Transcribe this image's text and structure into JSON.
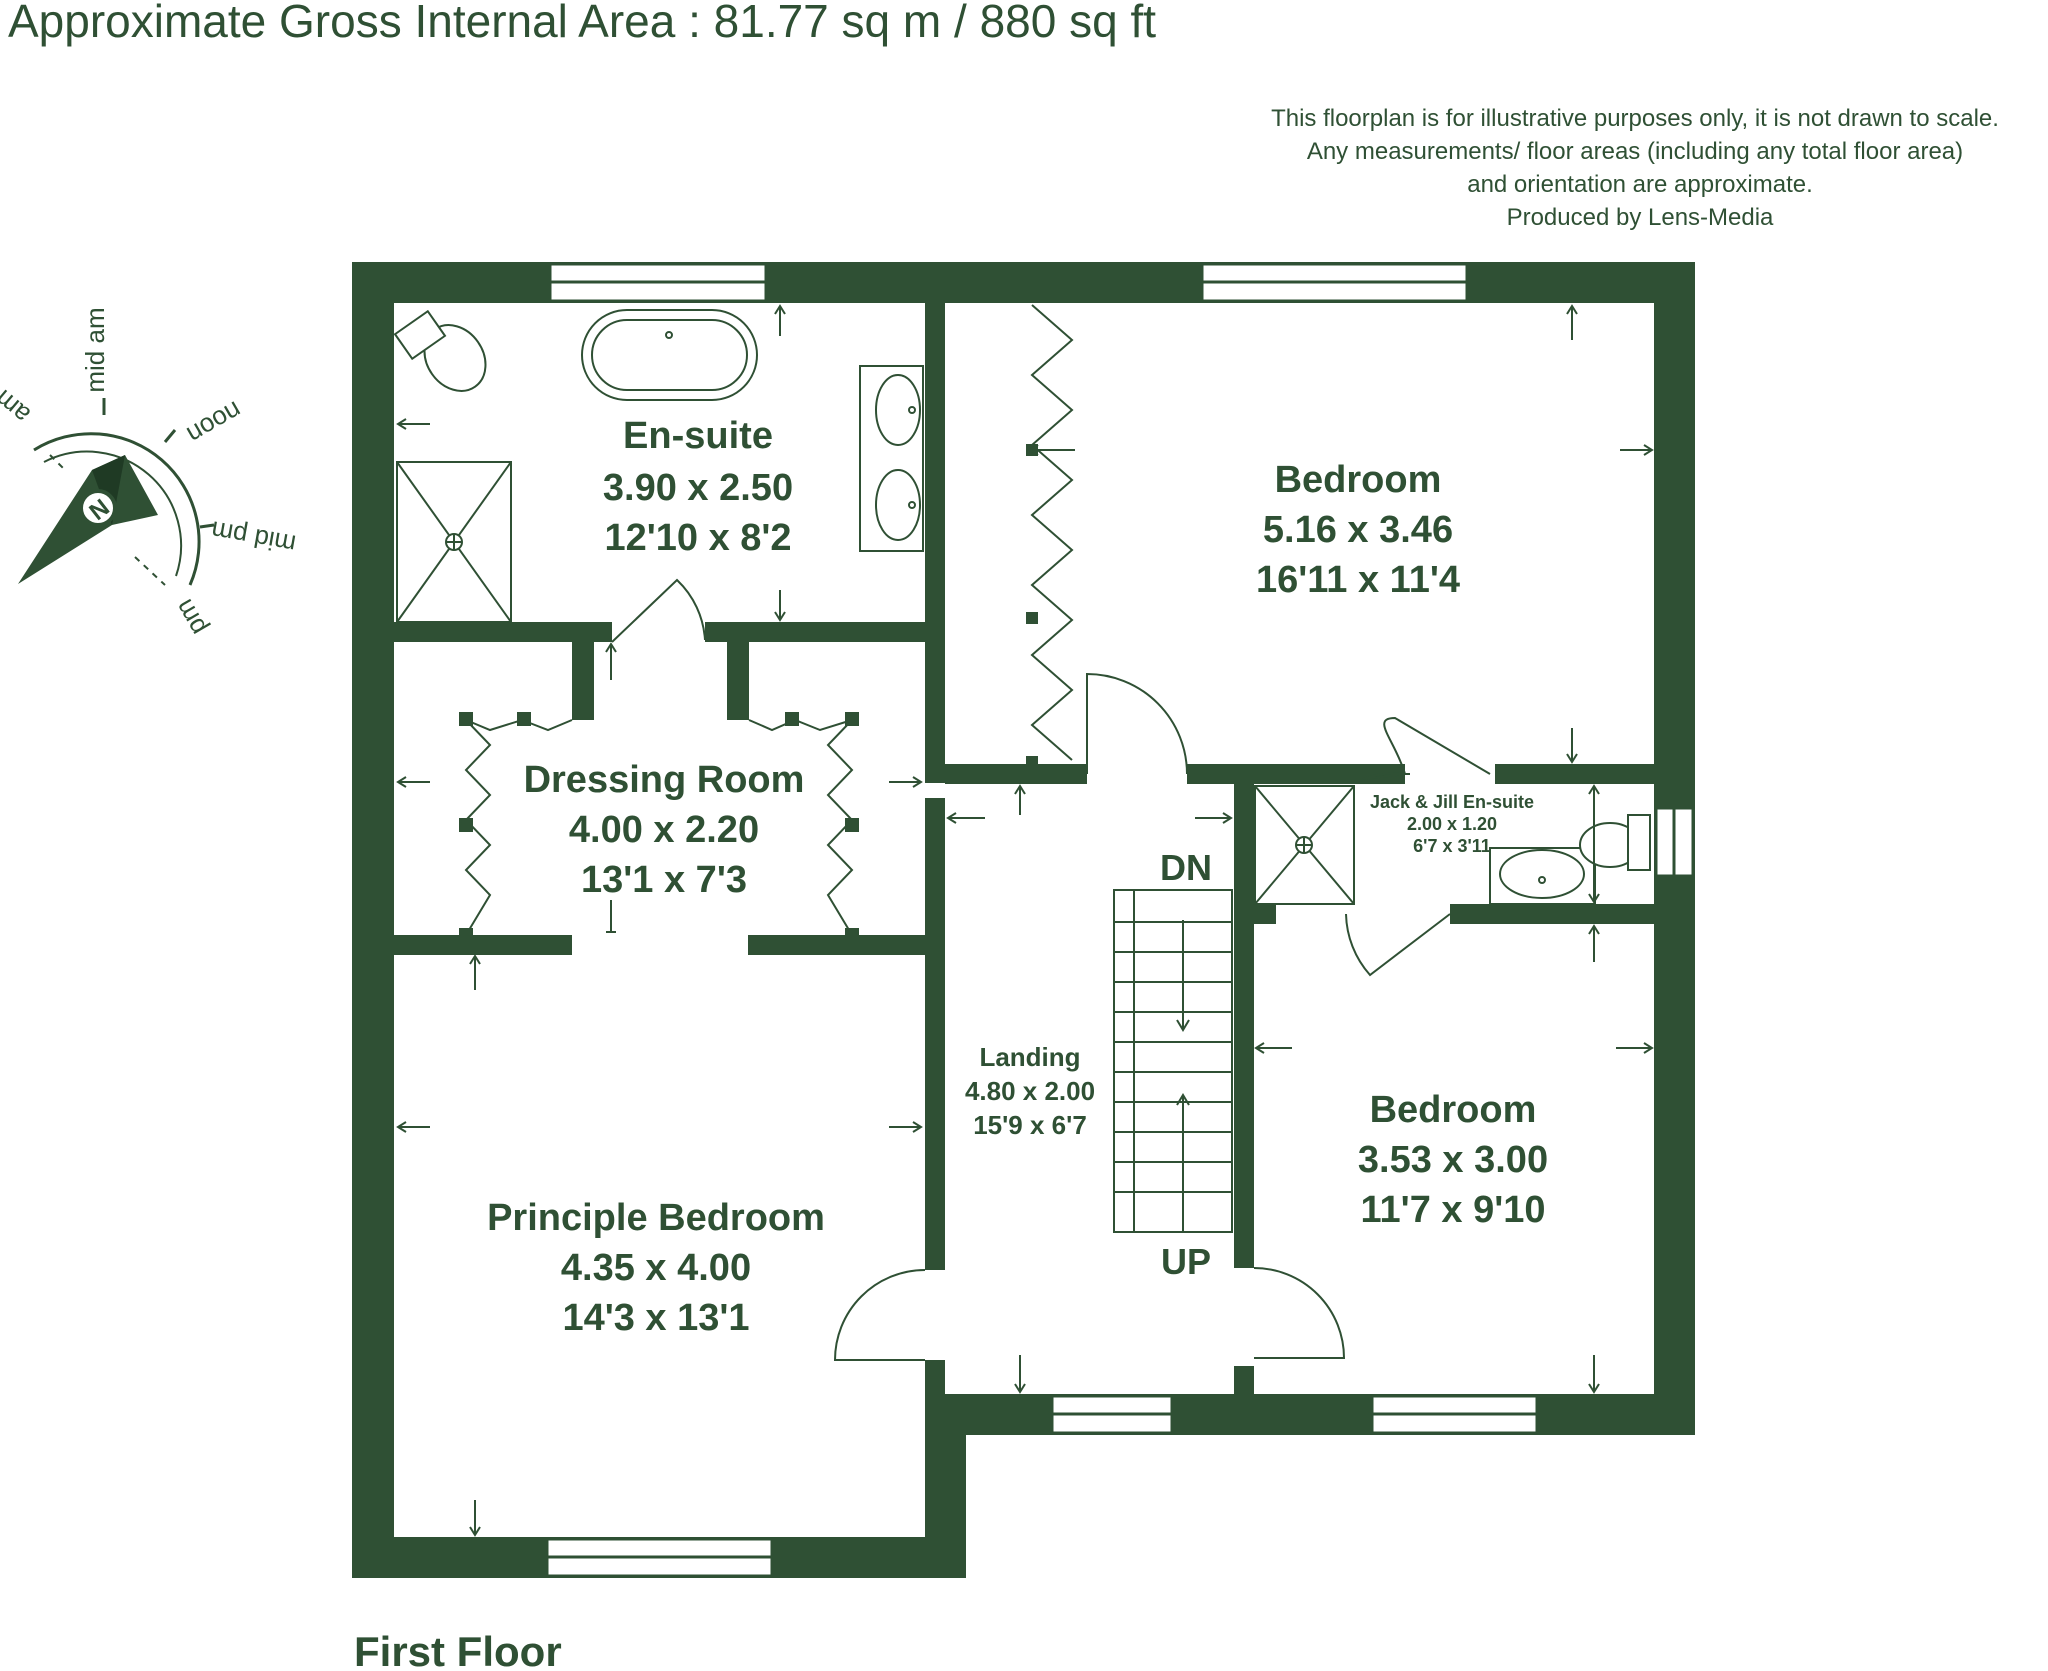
{
  "header": {
    "gross_area": "Approximate Gross Internal Area : 81.77 sq m / 880 sq ft"
  },
  "disclaimer": {
    "line1": "This floorplan is for illustrative purposes only, it is not drawn to scale.",
    "line2": "Any measurements/ floor areas (including any total floor area)",
    "line3": "and orientation are approximate.",
    "line4": "Produced by Lens-Media"
  },
  "compass": {
    "north": "N",
    "am": "am",
    "mid_am": "mid am",
    "noon": "noon",
    "mid_pm": "mid pm",
    "pm": "pm"
  },
  "rooms": {
    "ensuite": {
      "name": "En-suite",
      "metric": "3.90 x 2.50",
      "imperial": "12'10 x 8'2"
    },
    "bedroom2": {
      "name": "Bedroom",
      "metric": "5.16 x 3.46",
      "imperial": "16'11 x 11'4"
    },
    "dressing": {
      "name": "Dressing Room",
      "metric": "4.00 x 2.20",
      "imperial": "13'1 x 7'3"
    },
    "jackjill": {
      "name": "Jack & Jill En-suite",
      "metric": "2.00 x 1.20",
      "imperial": "6'7 x 3'11"
    },
    "landing": {
      "name": "Landing",
      "metric": "4.80 x 2.00",
      "imperial": "15'9 x 6'7"
    },
    "bedroom3": {
      "name": "Bedroom",
      "metric": "3.53 x 3.00",
      "imperial": "11'7 x 9'10"
    },
    "principle": {
      "name": "Principle Bedroom",
      "metric": "4.35 x 4.00",
      "imperial": "14'3 x 13'1"
    }
  },
  "stairs": {
    "down": "DN",
    "up": "UP"
  },
  "floor_label": "First Floor",
  "colors": {
    "wall": "#2f5034",
    "text": "#2f5034"
  }
}
